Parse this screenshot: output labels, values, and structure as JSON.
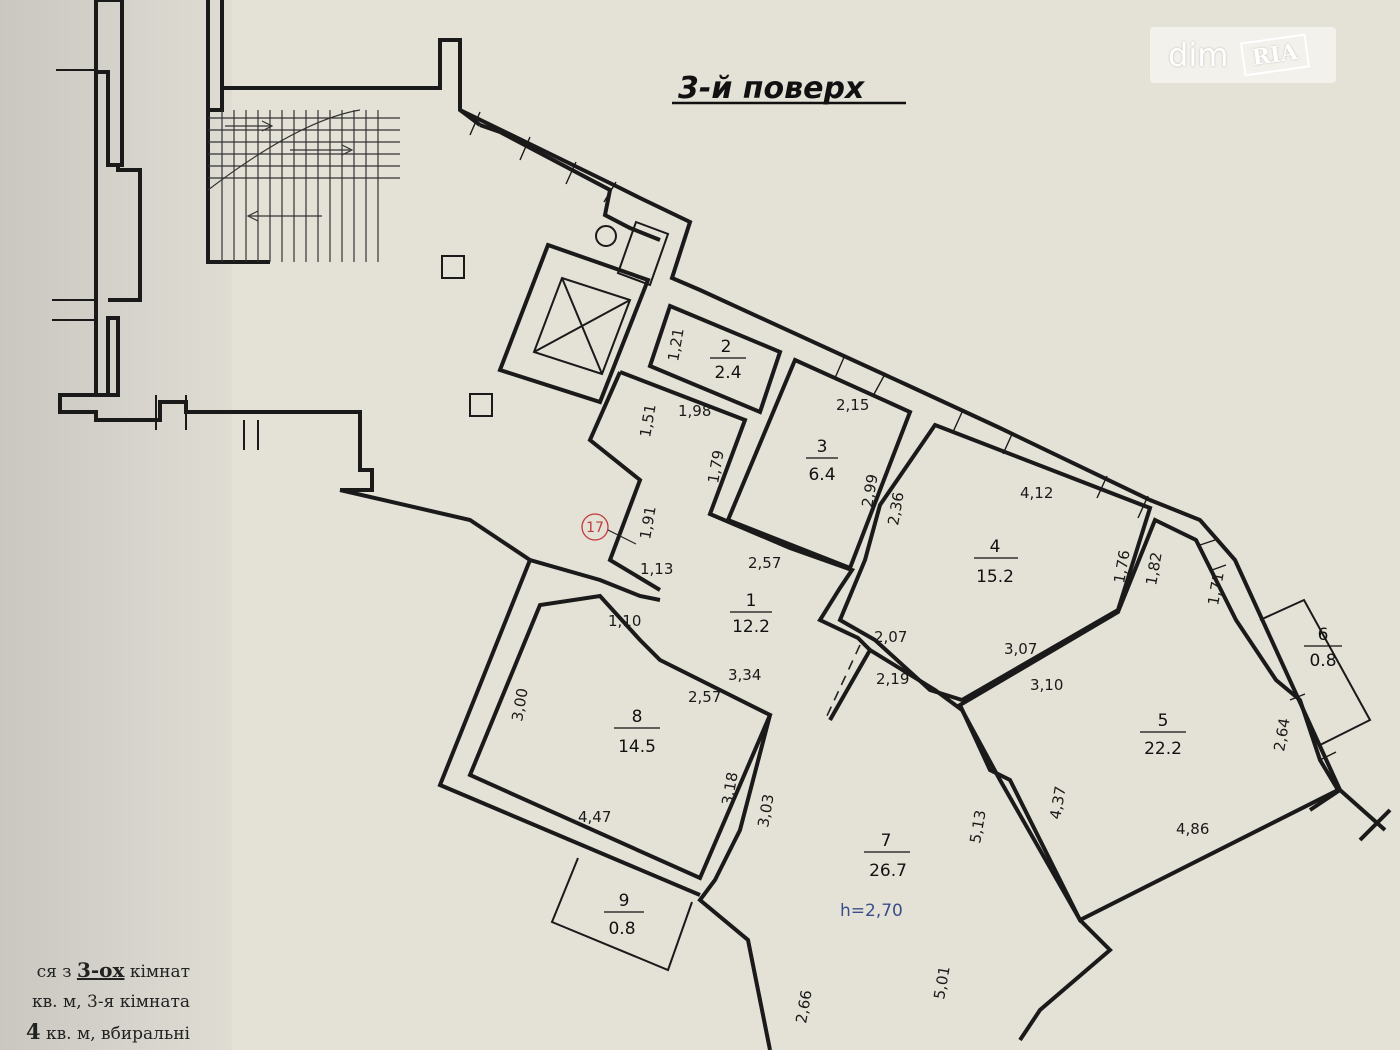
{
  "title": "3-й поверх",
  "watermark": {
    "dim": "dim",
    "ria": "RIA"
  },
  "legend": {
    "line1_pre": "ся з",
    "line1_bold": "3-ох",
    "line1_post": "кімнат",
    "line2": "кв. м, 3-я кімната",
    "line3_bold": "4",
    "line3_post": "кв. м, вбиральні"
  },
  "marker": "17",
  "ceiling_height": "h=2,70",
  "rooms": [
    {
      "number": "1",
      "area": "12.2"
    },
    {
      "number": "2",
      "area": "2.4"
    },
    {
      "number": "3",
      "area": "6.4"
    },
    {
      "number": "4",
      "area": "15.2"
    },
    {
      "number": "5",
      "area": "22.2"
    },
    {
      "number": "6",
      "area": "0.8"
    },
    {
      "number": "7",
      "area": "26.7"
    },
    {
      "number": "8",
      "area": "14.5"
    },
    {
      "number": "9",
      "area": "0.8"
    }
  ],
  "dimensions": [
    "1,21",
    "1,51",
    "1,98",
    "1,79",
    "2,15",
    "2,99",
    "2,36",
    "4,12",
    "1,76",
    "1,82",
    "1,71",
    "1,91",
    "1,13",
    "2,57",
    "2,07",
    "3,07",
    "3,10",
    "2,19",
    "1,10",
    "3,34",
    "2,57",
    "3,00",
    "3,18",
    "3,03",
    "4,47",
    "5,13",
    "4,37",
    "4,86",
    "2,64",
    "5,01",
    "2,66"
  ]
}
